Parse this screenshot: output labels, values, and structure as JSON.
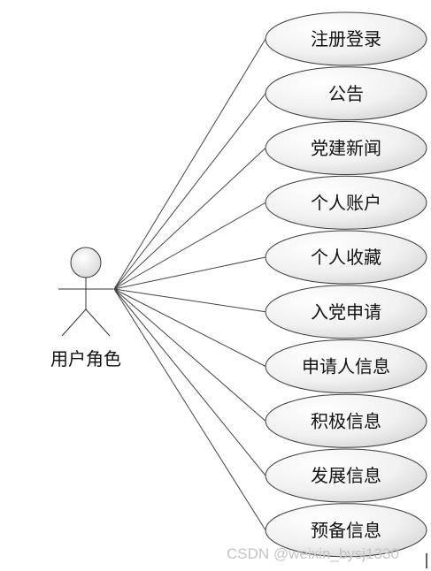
{
  "actor": {
    "label": "用户角色"
  },
  "use_cases": [
    {
      "label": "注册登录"
    },
    {
      "label": "公告"
    },
    {
      "label": "党建新闻"
    },
    {
      "label": "个人账户"
    },
    {
      "label": "个人收藏"
    },
    {
      "label": "入党申请"
    },
    {
      "label": "申请人信息"
    },
    {
      "label": "积极信息"
    },
    {
      "label": "发展信息"
    },
    {
      "label": "预备信息"
    }
  ],
  "watermark": "CSDN @weixin_bysj1330",
  "colors": {
    "line": "#444444",
    "ellipse_stroke": "#3a3a3a",
    "ellipse_fill_light": "#ffffff",
    "ellipse_fill_dark": "#d9d9d9",
    "actor_head_fill": "#e8e8e8"
  }
}
